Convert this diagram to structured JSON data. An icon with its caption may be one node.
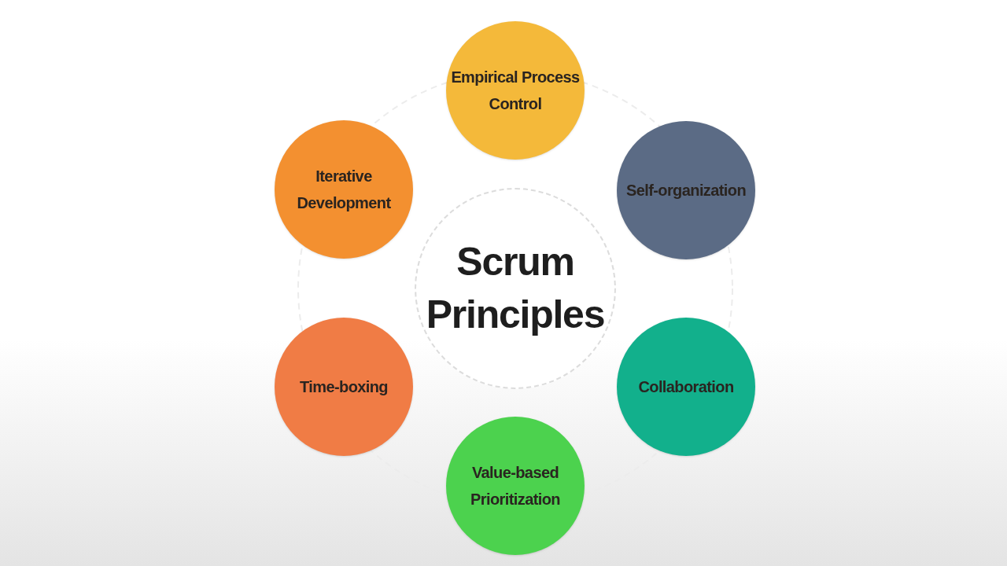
{
  "diagram": {
    "nodes": [
      {
        "text": [
          "Scrum Principles"
        ]
      },
      {
        "text": [
          "Empirical Process Control"
        ]
      },
      {
        "text": [
          "Self-organization"
        ]
      },
      {
        "text": [
          "Collaboration"
        ]
      },
      {
        "text": [
          "Value-based Prioritization"
        ]
      },
      {
        "text": [
          "Time-boxing"
        ]
      },
      {
        "text": [
          "Iterative Development"
        ]
      }
    ]
  }
}
